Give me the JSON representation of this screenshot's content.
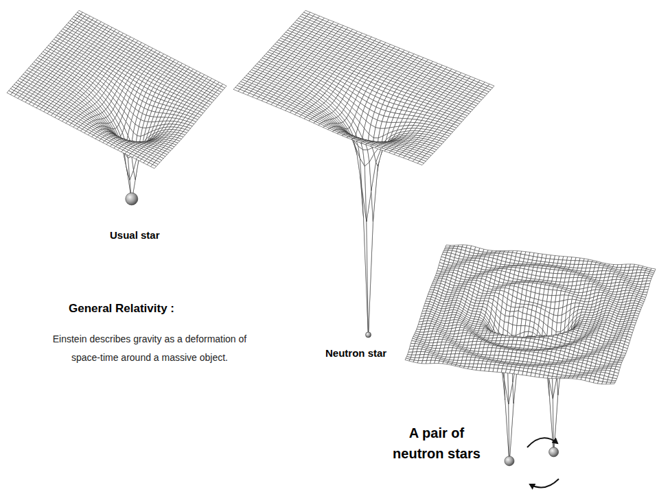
{
  "diagram": {
    "labels": [
      "Usual star",
      "General Relativity :",
      "Einstein describes gravity as a deformation of space-time around a massive object.",
      "Neutron star",
      "A pair of neutron stars"
    ]
  }
}
